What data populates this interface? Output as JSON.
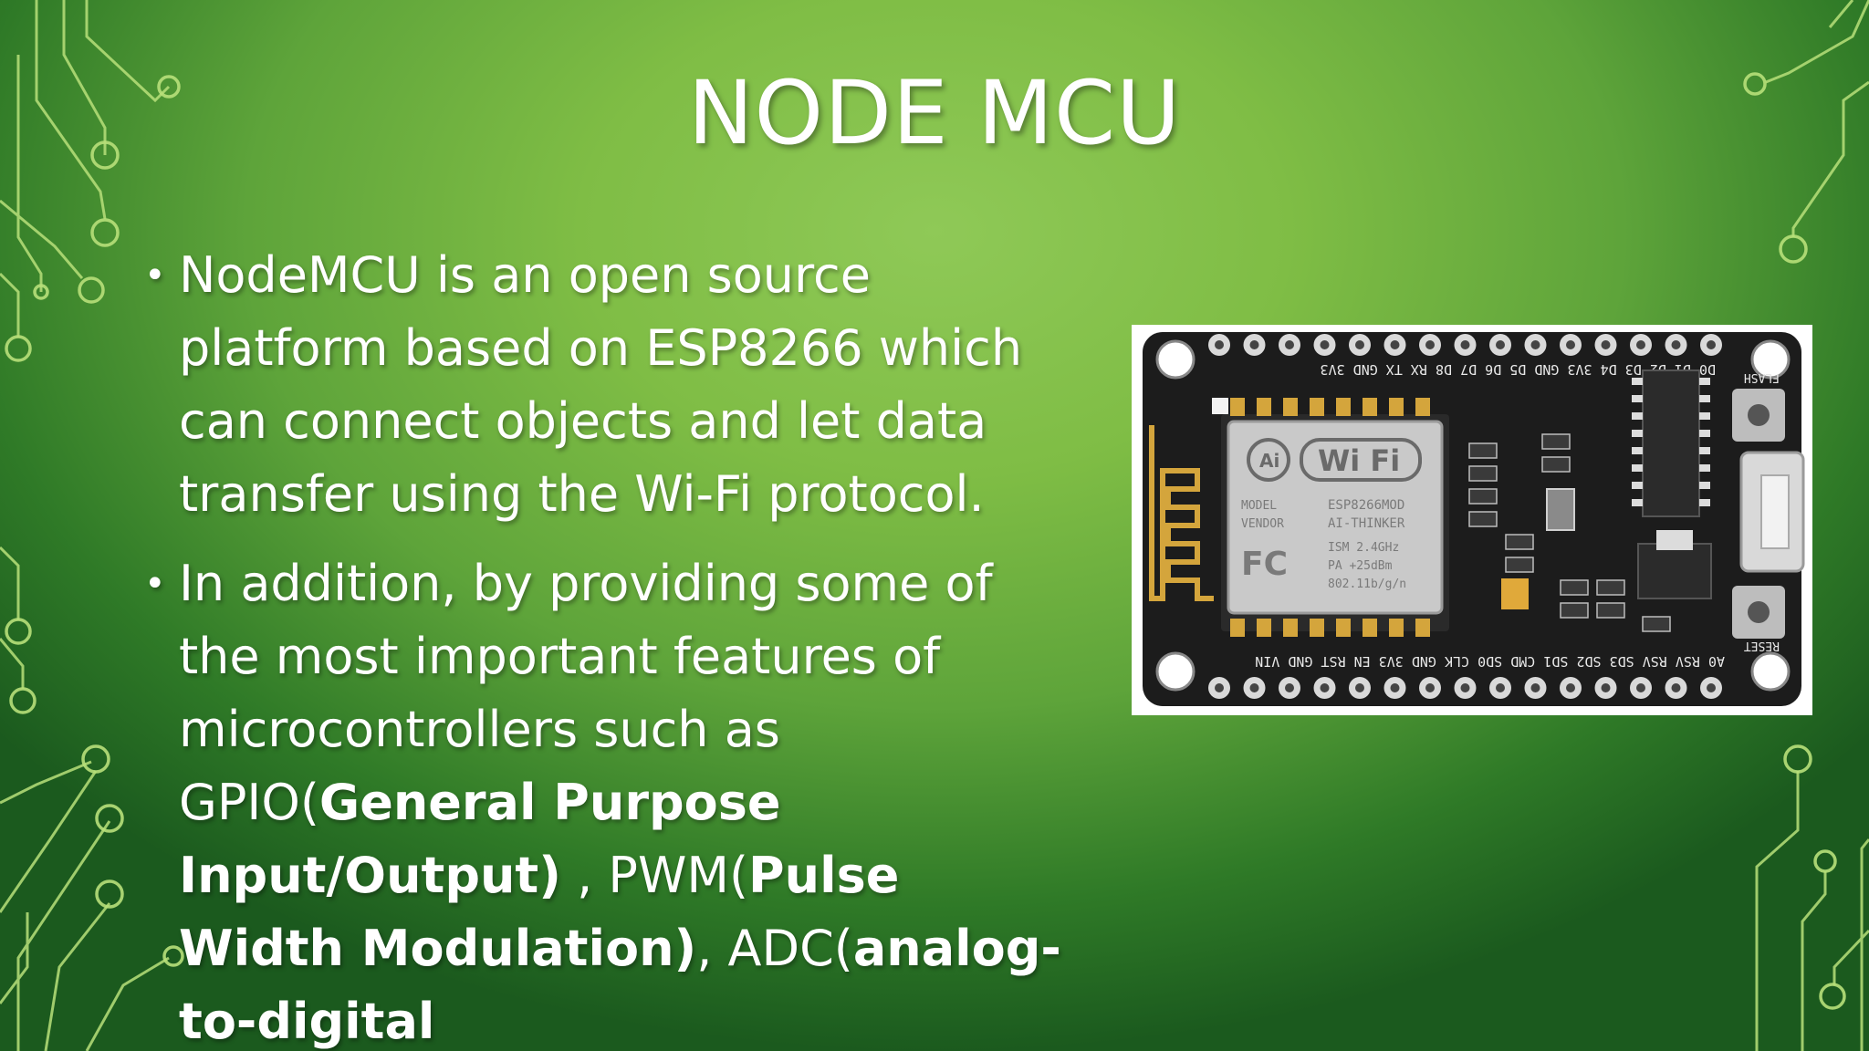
{
  "slide": {
    "title": "NODE MCU",
    "bullets": [
      {
        "text": "NodeMCU is an open source platform based on ESP8266 which can connect objects and let data transfer using the Wi-Fi protocol."
      },
      {
        "segments": [
          {
            "text": " In addition, by providing some of the most important features of microcontrollers such as GPIO(",
            "bold": false
          },
          {
            "text": "General Purpose Input/Output)",
            "bold": true
          },
          {
            "text": " , PWM(",
            "bold": false
          },
          {
            "text": "Pulse Width Modulation)",
            "bold": true
          },
          {
            "text": ", ADC(",
            "bold": false
          },
          {
            "text": "analog-to-digital",
            "bold": true
          }
        ]
      }
    ]
  },
  "board": {
    "wifi_text": "Wi Fi",
    "module_model": "ESP8266MOD",
    "module_vendor": "AI-THINKER",
    "module_ism": "ISM 2.4GHz",
    "module_pa": "PA +25dBm",
    "module_std": "802.11b/g/n",
    "top_pins": "D0 D1 D2 D3 D4 3V3 GND D5 D6 D7 D8 RX TX GND 3V3",
    "bottom_pins": "A0 RSV RSV SD3 SD2 SD1 CMD SD0 CLK GND 3V3 EN RST GND VIN",
    "flash_label": "FLASH",
    "reset_label": "RESET"
  },
  "colors": {
    "background_center": "#8fc957",
    "background_edge": "#1b5a1e",
    "circuit_line": "#b8e07a",
    "text": "#ffffff",
    "board_pcb": "#1c1c1c",
    "module_shield": "#c9c9c9",
    "antenna": "#d4a53c"
  }
}
